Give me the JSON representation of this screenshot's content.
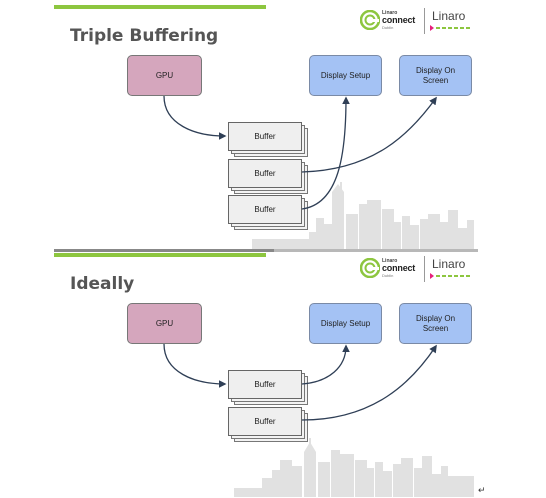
{
  "slides": [
    {
      "title": "Triple Buffering",
      "gpu_label": "GPU",
      "display_setup_label": "Display Setup",
      "display_screen_label": "Display On Screen",
      "buffers": [
        "Buffer",
        "Buffer",
        "Buffer"
      ]
    },
    {
      "title": "Ideally",
      "gpu_label": "GPU",
      "display_setup_label": "Display Setup",
      "display_screen_label": "Display On Screen",
      "buffers": [
        "Buffer",
        "Buffer"
      ]
    }
  ],
  "logo": {
    "lc_small": "Linaro",
    "lc_connect": "connect",
    "lc_sub": "Dublin",
    "linaro": "Linaro"
  },
  "colors": {
    "accent_green": "#8dc63f",
    "gpu_pink": "#d5a6bd",
    "display_blue": "#a4c2f4",
    "buffer_gray": "#efefef",
    "arrow_navy": "#2f3f56"
  },
  "return_mark": "↵"
}
